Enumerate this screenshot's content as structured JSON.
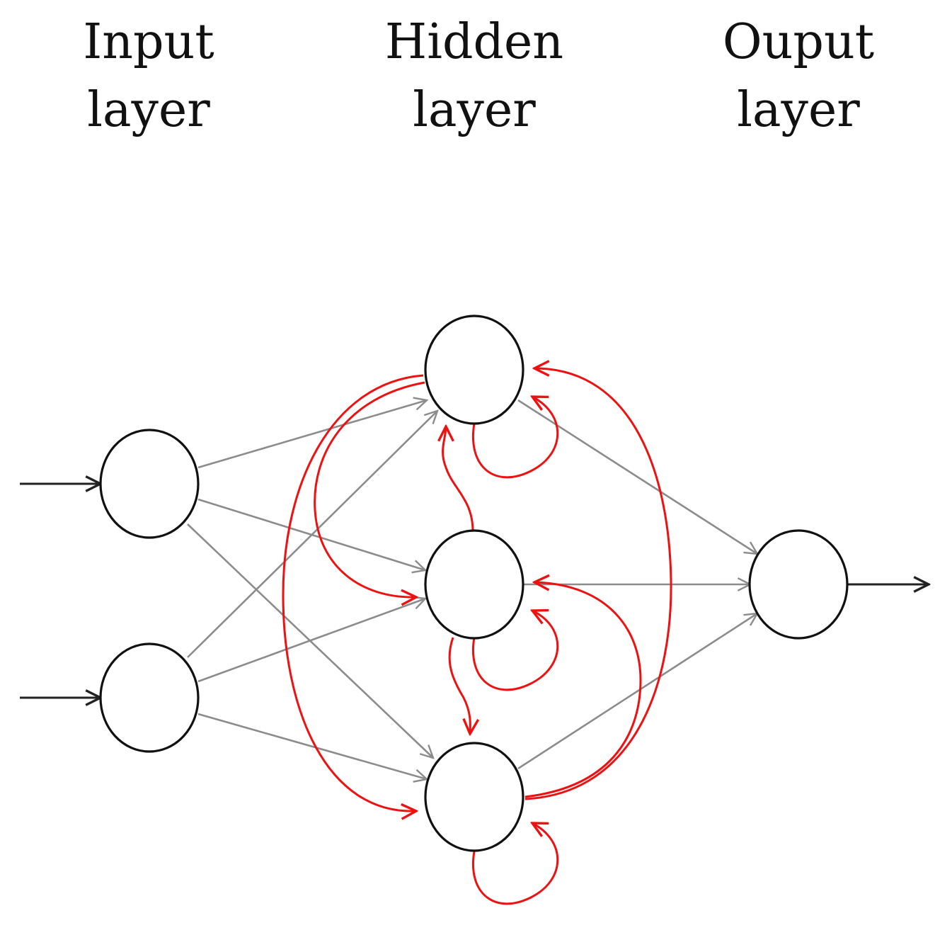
{
  "layers": {
    "input": {
      "line1": "Input",
      "line2": "layer"
    },
    "hidden": {
      "line1": "Hidden",
      "line2": "layer"
    },
    "output": {
      "line1": "Ouput",
      "line2": "layer"
    }
  },
  "colors": {
    "node_stroke": "#111111",
    "feedforward": "#8c8c8c",
    "io_arrow": "#222222",
    "recurrent": "#ee1111"
  },
  "nodes": {
    "input": 2,
    "hidden": 3,
    "output": 1
  }
}
